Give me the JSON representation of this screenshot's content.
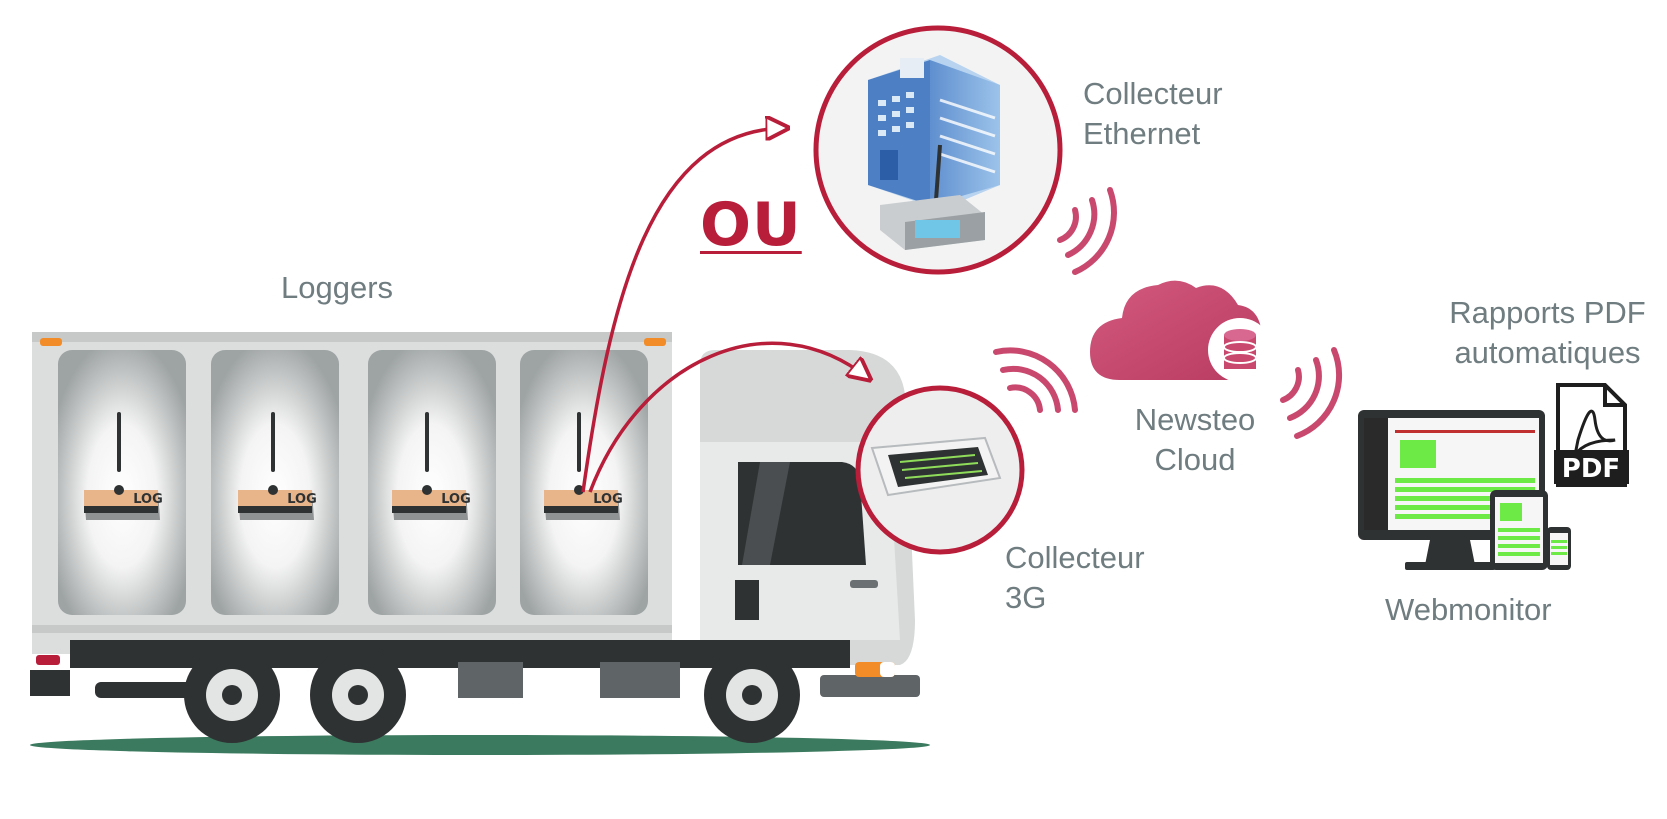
{
  "labels": {
    "loggers": "Loggers",
    "or": "OU",
    "ethernet_line1": "Collecteur",
    "ethernet_line2": "Ethernet",
    "g3_line1": "Collecteur",
    "g3_line2": "3G",
    "cloud_line1": "Newsteo",
    "cloud_line2": "Cloud",
    "pdf_line1": "Rapports PDF",
    "pdf_line2": "automatiques",
    "webmonitor": "Webmonitor"
  },
  "device_text": {
    "logger_brand": "LOG",
    "pdf_badge": "PDF"
  },
  "colors": {
    "accent_red": "#b81d3a",
    "cloud_pink": "#c9486e",
    "label_gray": "#6f7c80",
    "truck_light": "#d7d9d9",
    "truck_dark": "#2f3233",
    "ground_green": "#3b7a5e",
    "screen_green": "#6dea45",
    "orange_light": "#f28c28"
  },
  "icons": [
    "truck-icon",
    "logger-icon",
    "building-icon",
    "collector-3g-icon",
    "cloud-icon",
    "database-icon",
    "wifi-waves-icon",
    "monitor-icon",
    "tablet-icon",
    "phone-icon",
    "pdf-file-icon"
  ]
}
